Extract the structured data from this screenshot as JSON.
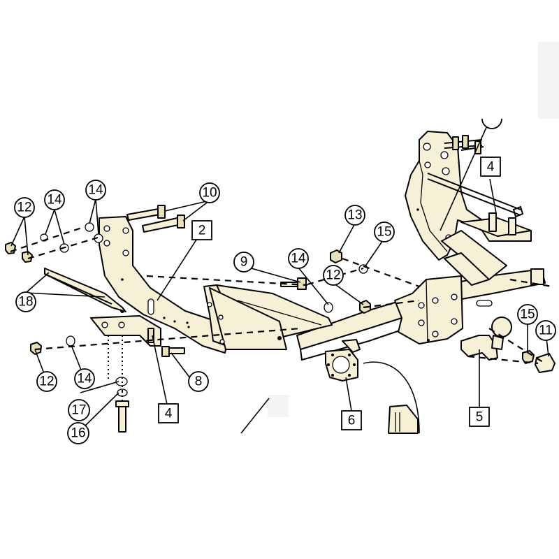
{
  "callouts": {
    "c12a": "12",
    "c14a": "14",
    "c14b": "14",
    "c10": "10",
    "c2": "2",
    "c9": "9",
    "c14c": "14",
    "c13": "13",
    "c15a": "15",
    "c12b": "12",
    "c4a": "4",
    "c18": "18",
    "c12c": "12",
    "c14d": "14",
    "c8": "8",
    "c4b": "4",
    "c17": "17",
    "c16": "16",
    "c6": "6",
    "c5": "5",
    "c15b": "15",
    "c11": "11"
  },
  "colors": {
    "part": "#f5f0d6",
    "line": "#000000",
    "background": "#ffffff"
  }
}
